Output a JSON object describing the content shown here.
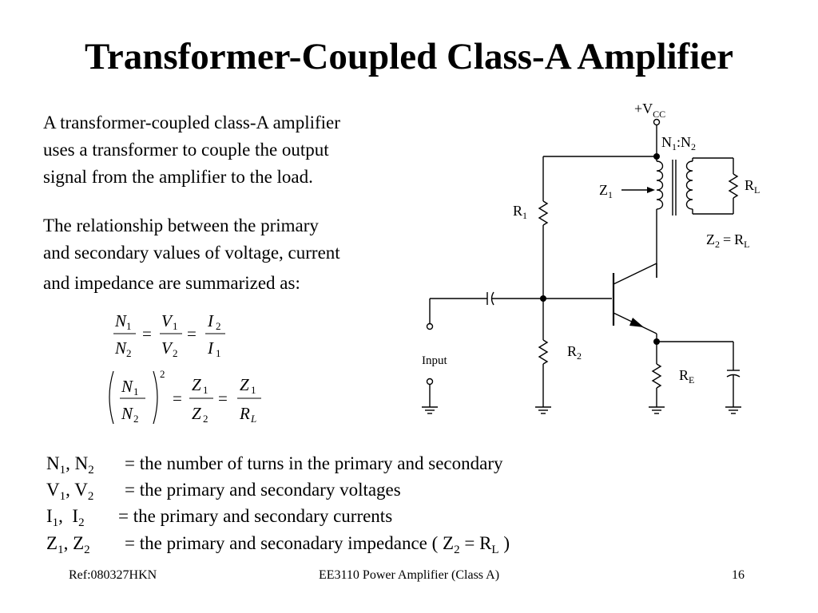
{
  "title": "Transformer-Coupled Class-A Amplifier",
  "intro": {
    "p1": [
      "A transformer-coupled class-A amplifier",
      "uses a transformer to couple the output",
      "signal from the amplifier to the load."
    ],
    "p2": [
      "The relationship between the primary",
      "and secondary values of voltage, current",
      "and impedance are summarized as:"
    ]
  },
  "equations": {
    "eq1": {
      "n": "N",
      "v": "V",
      "i": "I",
      "eq": "="
    },
    "eq2": {
      "n": "N",
      "z": "Z",
      "r": "R",
      "exp": "2",
      "eq": "="
    },
    "subs": {
      "one": "1",
      "two": "2",
      "L": "L"
    }
  },
  "circuit": {
    "vcc": "+V",
    "vcc_sub": "CC",
    "ratio_a": "N",
    "ratio_sep": ":",
    "ratio_b": "N",
    "z1": "Z",
    "rl": "R",
    "rl_sub": "L",
    "z2_eq_a": "Z",
    "z2_eq_sign": "=",
    "z2_eq_b": "R",
    "r1": "R",
    "r2": "R",
    "re": "R",
    "re_sub": "E",
    "input": "Input",
    "sub1": "1",
    "sub2": "2"
  },
  "definitions": [
    {
      "sym_a": "N",
      "sub_a": "1",
      "sep": ", ",
      "sym_b": "N",
      "sub_b": "2",
      "text": "= the number of turns in the primary and secondary"
    },
    {
      "sym_a": "V",
      "sub_a": "1",
      "sep": ", ",
      "sym_b": "V",
      "sub_b": "2",
      "text": "= the primary and secondary voltages"
    },
    {
      "sym_a": "I",
      "sub_a": "1",
      "sep": ",  ",
      "sym_b": "I",
      "sub_b": "2",
      "text": "= the primary and secondary currents"
    },
    {
      "sym_a": "Z",
      "sub_a": "1",
      "sep": ", ",
      "sym_b": "Z",
      "sub_b": "2",
      "text": "= the primary and seconadary impedance ( Z",
      "tail_sub_a": "2",
      "tail_mid": " = R",
      "tail_sub_b": "L",
      "tail_end": " )"
    }
  ],
  "footer": {
    "ref": "Ref:080327HKN",
    "course": "EE3110 Power Amplifier (Class A)",
    "page": "16"
  }
}
